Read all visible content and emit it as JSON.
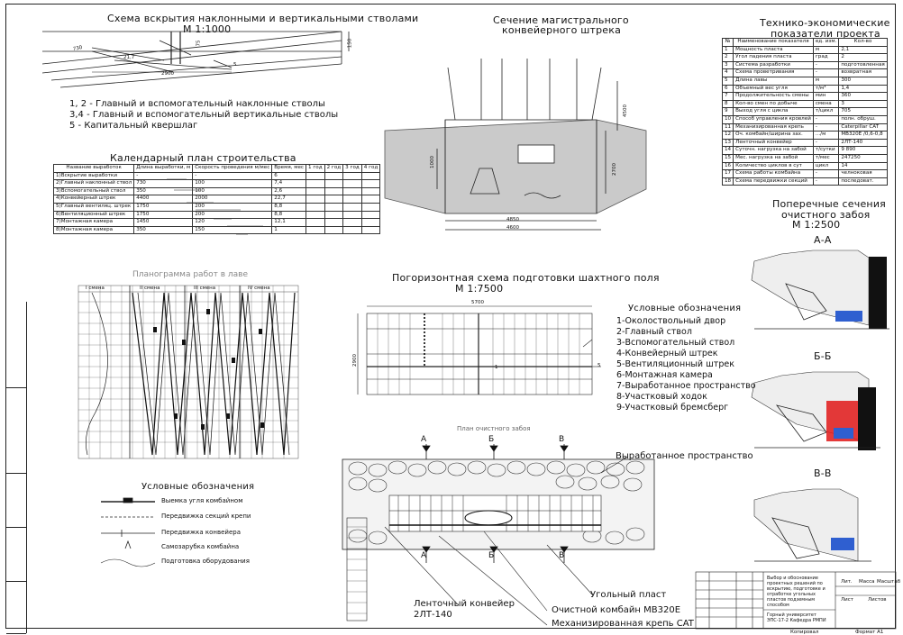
{
  "titles": {
    "shafts": "Схема вскрытия наклонными и вертикальными стволами",
    "shafts_scale": "М 1:1000",
    "section": "Сечение магистрального",
    "section2": "конвейерного штрека",
    "tep": "Технико-экономические",
    "tep2": "показатели проекта",
    "calendar": "Календарный план строительства",
    "planogram": "Планограмма работ в лаве",
    "horiz": "Погоризонтная схема подготовки шахтного поля",
    "horiz_scale": "М 1:7500",
    "cross": "Поперечные сечения",
    "cross2": "очистного забоя",
    "cross_scale": "М 1:2500",
    "face_plan": "План очистного забоя"
  },
  "shaft_legend": [
    "1, 2 - Главный и вспомогательный наклонные стволы",
    "3,4 - Главный и вспомогательный вертикальные стволы",
    "5 - Капитальный квершлаг"
  ],
  "horiz_legend_title": "Условные обозначения",
  "horiz_legend": [
    "1-Околоствольный двор",
    "2-Главный ствол",
    "3-Вспомогательный ствол",
    "4-Конвейерный штрек",
    "5-Вентиляционный штрек",
    "6-Монтажная камера",
    "7-Выработанное пространство",
    "8-Участковый ходок",
    "9-Участковый бремсберг"
  ],
  "plano_legend_title": "Условные обозначения",
  "plano_legend": [
    "Выемка угля комбайном",
    "Передвижка секций крепи",
    "Передвижка конвейера",
    "Самозарубка комбайна",
    "Подготовка оборудования"
  ],
  "face_labels": {
    "goaf": "Выработанное пространство",
    "roof": "Угольный пласт",
    "conveyor": "Ленточный конвейер",
    "conveyor2": "2ЛТ-140",
    "shearer": "Очистной комбайн МВ320Е",
    "support": "Механизированная крепь CAT"
  },
  "sections": [
    "А-А",
    "Б-Б",
    "В-В"
  ],
  "section_letters": [
    "А",
    "Б",
    "В"
  ],
  "plano_shifts": [
    "I смена",
    "II смена",
    "III смена",
    "IV смена"
  ],
  "calendar_headers": [
    "Название выработок",
    "Длина выработки, м",
    "Скорость проведения м/мес",
    "Время, мес",
    "1 год",
    "2 год",
    "3 год",
    "4 год"
  ],
  "calendar_rows": [
    [
      "1)Вскрытие выработки",
      "-",
      "-",
      "6"
    ],
    [
      "2)Главный наклонный ствол",
      "730",
      "100",
      "7,4"
    ],
    [
      "3)Вспомогательный ствол",
      "350",
      "100",
      "2,6"
    ],
    [
      "4)Конвейерный штрек",
      "4400",
      "2000",
      "22,7"
    ],
    [
      "5)Главный вентиляц. штрек",
      "1750",
      "200",
      "8,8"
    ],
    [
      "6)Вентиляционный штрек",
      "1750",
      "200",
      "8,8"
    ],
    [
      "7)Монтажная камера",
      "1450",
      "120",
      "12,1"
    ],
    [
      "8)Монтажная камера",
      "350",
      "150",
      "1"
    ]
  ],
  "tep_headers": [
    "№",
    "Наименование показателя",
    "ед. изм.",
    "Кол-во"
  ],
  "tep_rows": [
    [
      "1",
      "Мощность пласта",
      "м",
      "2,1"
    ],
    [
      "2",
      "Угол падения пласта",
      "град",
      "2"
    ],
    [
      "3",
      "Система разработки",
      "-",
      "подготовленная"
    ],
    [
      "4",
      "Схема проветривания",
      "-",
      "возвратная"
    ],
    [
      "5",
      "Длина лавы",
      "м",
      "300"
    ],
    [
      "6",
      "Объемный вес угля",
      "т/м³",
      "1,4"
    ],
    [
      "7",
      "Продолжительность смены",
      "мин",
      "360"
    ],
    [
      "8",
      "Кол-во смен по добыче",
      "смена",
      "3"
    ],
    [
      "9",
      "Выход угля с цикла",
      "т/цикл",
      "705"
    ],
    [
      "10",
      "Способ управления кровлей",
      "-",
      "полн. обруш."
    ],
    [
      "11",
      "Механизированная крепь",
      "-",
      "Caterpillar CAT"
    ],
    [
      "12",
      "Оч. комбайн/ширина зах.",
      ".../м",
      "МВ320Е /0,6-0,8"
    ],
    [
      "13",
      "Ленточный конвейер",
      "-",
      "2ЛТ-140"
    ],
    [
      "14",
      "Суточн. нагрузка на забой",
      "т/сутки",
      "9 890"
    ],
    [
      "15",
      "Мес. нагрузка на забой",
      "т/мес",
      "247250"
    ],
    [
      "16",
      "Количество циклов в сут",
      "цикл",
      "14"
    ],
    [
      "17",
      "Схема работы комбайна",
      "-",
      "челноковая"
    ],
    [
      "18",
      "Схема передвижки секций",
      "-",
      "последоват."
    ]
  ],
  "dims": {
    "s_2900": "2900",
    "s_730": "730",
    "s_75": "75",
    "s_150": "150",
    "s_21": "21,7",
    "s_5": "5",
    "sec_4850": "4850",
    "sec_4600": "4600",
    "sec_1000": "1000",
    "sec_2700": "2700",
    "sec_4500": "4500",
    "h_5700": "5700",
    "h_2900": "2900",
    "h_1": "1",
    "h_5": "5"
  },
  "stamp": {
    "desc": "Выбор и обоснование проектных решений по вскрытию, подготовке и отработке угольных пластов подземным способом",
    "org": "Горный университет ЭПС-17-2 Кафедра РМПИ",
    "lit": "Лит.",
    "mass": "Масса",
    "scale": "Масштаб",
    "sheet": "Лист",
    "sheets": "Листов",
    "format": "Формат А1",
    "copied": "Копировал"
  }
}
